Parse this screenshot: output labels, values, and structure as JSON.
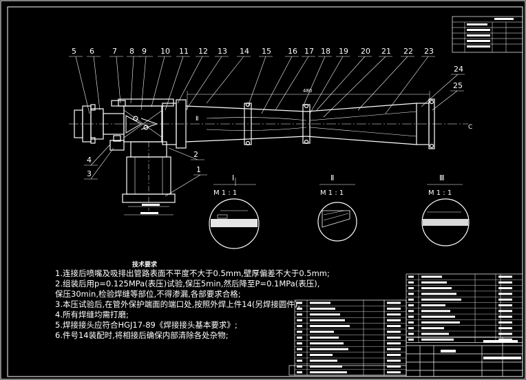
{
  "drawing": {
    "callouts": [
      "5",
      "6",
      "7",
      "8",
      "9",
      "10",
      "11",
      "12",
      "13",
      "14",
      "15",
      "16",
      "17",
      "18",
      "19",
      "20",
      "21",
      "22",
      "23",
      "24",
      "25",
      "4",
      "3",
      "2",
      "1"
    ],
    "dimension_480": "480",
    "section_c": "C",
    "details": [
      {
        "roman": "Ⅰ",
        "scale": "M 1 : 1"
      },
      {
        "roman": "Ⅱ",
        "scale": "M 1 : 1"
      },
      {
        "roman": "Ⅲ",
        "scale": "M 1 : 1"
      }
    ]
  },
  "requirements": {
    "title": "技术要求",
    "lines": [
      "1.连接后喷嘴及吸排出管路表面不平度不大于0.5mm,壁厚偏差不大于0.5mm;",
      "2.组装后用p=0.125MPa(表压)试验,保压5min,然后降至P=0.1MPa(表压),",
      "   保压30min,检验焊缝等部位,不得渗漏,各部要求合格;",
      "3.本压试验后,在管外保护端面的端口处,按照外焊上件14(另焊接圆件);",
      "4.所有焊缝均需打磨;",
      "5.焊接接头应符合HGJ17-89《焊接接头基本要求》;",
      "6.件号14装配时,将相接后确保内部清除各处杂物;"
    ]
  },
  "colors": {
    "line": "#ffffff",
    "accent": "#00ff00"
  },
  "icons": [
    "cad-drawing-frame"
  ]
}
